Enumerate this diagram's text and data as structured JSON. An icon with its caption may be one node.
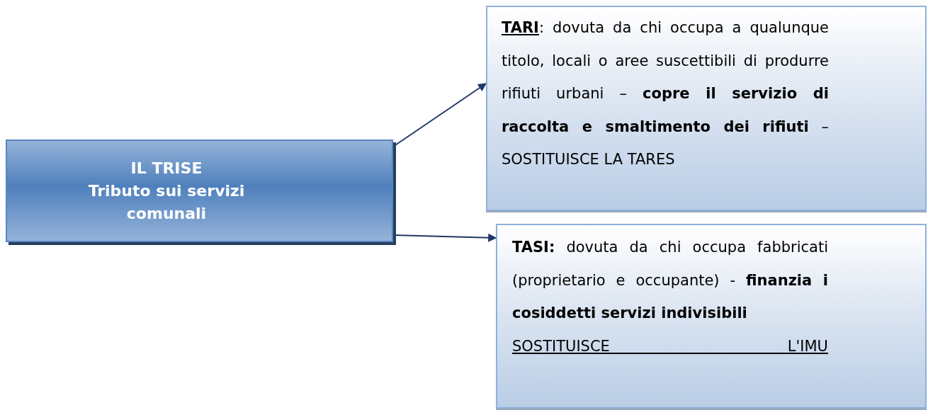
{
  "diagram": {
    "nodes": [
      {
        "text": [
          "IL TRISE",
          "Tributo sui servizi comunali"
        ]
      },
      {
        "text": [
          "**TARI**: dovuta da chi occupa a qualunque titolo, locali o aree suscettibili di produrre rifiuti urbani – **copre il servizio di raccolta e smaltimento dei rifiuti** – SOSTITUISCE LA TARES"
        ]
      },
      {
        "text": [
          "**TASI:** dovuta da chi occupa fabbricati (proprietario e occupante) - **finanzia i cosiddetti servizi indivisibili**",
          "SOSTITUISCE L'IMU"
        ]
      }
    ],
    "edges": [
      {
        "from": 0,
        "to": 1,
        "arrow": "to"
      },
      {
        "from": 0,
        "to": 2,
        "arrow": "to"
      }
    ]
  }
}
